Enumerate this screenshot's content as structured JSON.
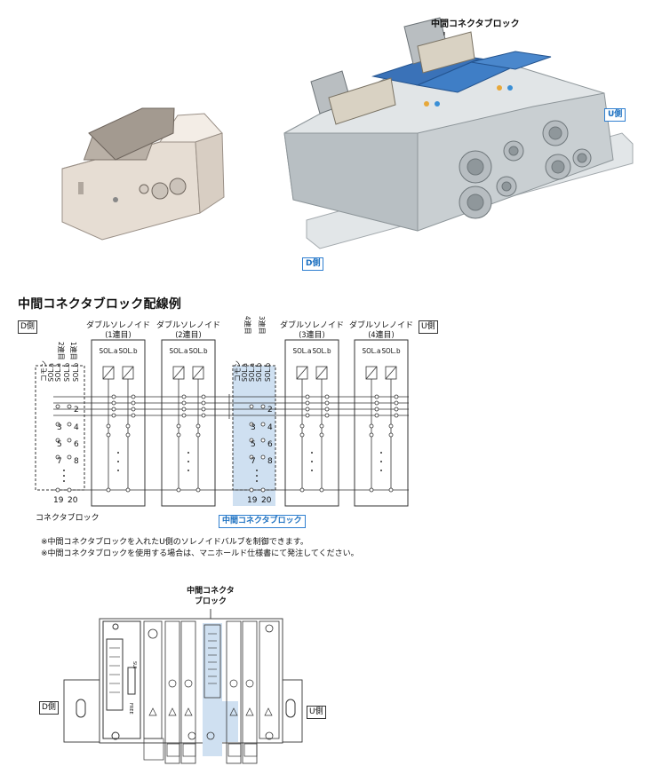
{
  "photo": {
    "middle_connector_callout": "中間コネクタブロック",
    "u_side_tag": "U側",
    "d_side_tag": "D側"
  },
  "wiring": {
    "title": "中間コネクタブロック配線例",
    "d_side": "D側",
    "u_side": "U側",
    "connector_block_label": "コネクタブロック",
    "middle_connector_tag": "中間コネクタブロック",
    "left_connector": {
      "headers": [
        "2連目",
        "1連目"
      ],
      "pins": [
        "コモン",
        "SOL.a",
        "SOL.a",
        "SOL.b",
        "SOL.b"
      ],
      "nums": [
        "2",
        "3",
        "4",
        "5",
        "6",
        "7",
        "8",
        "19",
        "20"
      ]
    },
    "middle_connector": {
      "headers": [
        "4連目",
        "3連目"
      ],
      "pins": [
        "コモン",
        "SOL.a",
        "SOL.a",
        "SOL.b",
        "SOL.b"
      ],
      "nums": [
        "2",
        "3",
        "4",
        "5",
        "6",
        "7",
        "8",
        "19",
        "20"
      ]
    },
    "valves": [
      {
        "name": "ダブルソレノイド",
        "station": "(1連目)",
        "sol_a": "SOL.a",
        "sol_b": "SOL.b"
      },
      {
        "name": "ダブルソレノイド",
        "station": "(2連目)",
        "sol_a": "SOL.a",
        "sol_b": "SOL.b"
      },
      {
        "name": "ダブルソレノイド",
        "station": "(3連目)",
        "sol_a": "SOL.a",
        "sol_b": "SOL.b"
      },
      {
        "name": "ダブルソレノイド",
        "station": "(4連目)",
        "sol_a": "SOL.a",
        "sol_b": "SOL.b"
      }
    ],
    "notes": [
      "※中間コネクタブロックを入れたU側のソレノイドバルブを制御できます。",
      "※中間コネクタブロックを使用する場合は、マニホールド仕様書にて発注してください。"
    ]
  },
  "bottom": {
    "callout_line1": "中間コネクタ",
    "callout_line2": "ブロック",
    "d_side": "D側",
    "u_side": "U側",
    "label_free": "FREE"
  },
  "colors": {
    "highlight": "#cfe0f1",
    "accent": "#1a6fc0",
    "manifold_gray": "#c9cfd2",
    "connector_beige": "#e9e1d8"
  }
}
